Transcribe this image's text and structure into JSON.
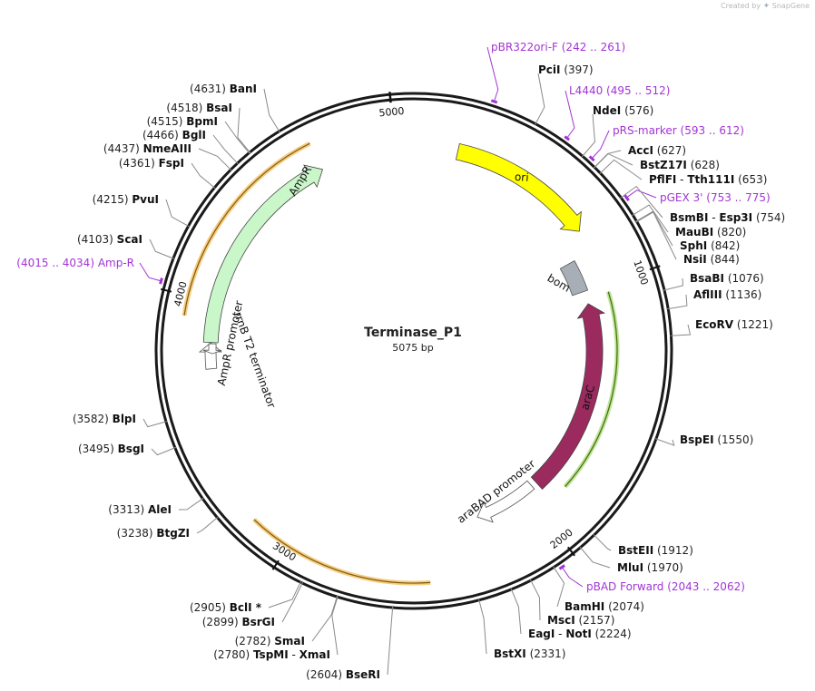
{
  "header": {
    "created_by": "Created by",
    "brand": "SnapGene"
  },
  "plasmid": {
    "name": "Terminase_P1",
    "size_label": "5075 bp",
    "length": 5075
  },
  "colors": {
    "primer": "#a334d6",
    "ori": "#ffff00",
    "araC": "#9b2a5e",
    "ampR": "#c9f7c9",
    "ampR_shadow": "#f4c368",
    "arac_shadow": "#b8e08a",
    "bom": "#a7aeb6"
  },
  "ticks": [
    {
      "label": "1000",
      "pos": 1000
    },
    {
      "label": "2000",
      "pos": 2000
    },
    {
      "label": "3000",
      "pos": 3000
    },
    {
      "label": "4000",
      "pos": 4000
    },
    {
      "label": "5000",
      "pos": 5000
    }
  ],
  "sites": [
    {
      "name": "PciI",
      "pos_text": "(397)",
      "pos": 397
    },
    {
      "name": "NdeI",
      "pos_text": "(576)",
      "pos": 576
    },
    {
      "name": "AccI",
      "pos_text": "(627)",
      "pos": 627
    },
    {
      "name": "BstZ17I",
      "pos_text": "(628)",
      "pos": 628
    },
    {
      "name": "PflFI - Tth111I",
      "pos_text": "(653)",
      "pos": 653
    },
    {
      "name": "BsmBI - Esp3I",
      "pos_text": "(754)",
      "pos": 754
    },
    {
      "name": "MauBI",
      "pos_text": "(820)",
      "pos": 820
    },
    {
      "name": "SphI",
      "pos_text": "(842)",
      "pos": 842
    },
    {
      "name": "NsiI",
      "pos_text": "(844)",
      "pos": 844
    },
    {
      "name": "BsaBI",
      "pos_text": "(1076)",
      "pos": 1076
    },
    {
      "name": "AflIII",
      "pos_text": "(1136)",
      "pos": 1136
    },
    {
      "name": "EcoRV",
      "pos_text": "(1221)",
      "pos": 1221
    },
    {
      "name": "BspEI",
      "pos_text": "(1550)",
      "pos": 1550
    },
    {
      "name": "BstEII",
      "pos_text": "(1912)",
      "pos": 1912
    },
    {
      "name": "MluI",
      "pos_text": "(1970)",
      "pos": 1970
    },
    {
      "name": "BamHI",
      "pos_text": "(2074)",
      "pos": 2074
    },
    {
      "name": "MscI",
      "pos_text": "(2157)",
      "pos": 2157
    },
    {
      "name": "EagI - NotI",
      "pos_text": "(2224)",
      "pos": 2224
    },
    {
      "name": "BstXI",
      "pos_text": "(2331)",
      "pos": 2331
    },
    {
      "name": "BseRI",
      "pos_text": "(2604)",
      "pos": 2604
    },
    {
      "name": "TspMI - XmaI",
      "pos_text": "(2780)",
      "pos": 2780
    },
    {
      "name": "SmaI",
      "pos_text": "(2782)",
      "pos": 2782
    },
    {
      "name": "BsrGI",
      "pos_text": "(2899)",
      "pos": 2899
    },
    {
      "name": "BclI *",
      "pos_text": "(2905)",
      "pos": 2905
    },
    {
      "name": "BtgZI",
      "pos_text": "(3238)",
      "pos": 3238
    },
    {
      "name": "AleI",
      "pos_text": "(3313)",
      "pos": 3313
    },
    {
      "name": "BsgI",
      "pos_text": "(3495)",
      "pos": 3495
    },
    {
      "name": "BlpI",
      "pos_text": "(3582)",
      "pos": 3582
    },
    {
      "name": "ScaI",
      "pos_text": "(4103)",
      "pos": 4103
    },
    {
      "name": "PvuI",
      "pos_text": "(4215)",
      "pos": 4215
    },
    {
      "name": "FspI",
      "pos_text": "(4361)",
      "pos": 4361
    },
    {
      "name": "NmeAIII",
      "pos_text": "(4437)",
      "pos": 4437
    },
    {
      "name": "BglI",
      "pos_text": "(4466)",
      "pos": 4466
    },
    {
      "name": "BpmI",
      "pos_text": "(4515)",
      "pos": 4515
    },
    {
      "name": "BsaI",
      "pos_text": "(4518)",
      "pos": 4518
    },
    {
      "name": "BanI",
      "pos_text": "(4631)",
      "pos": 4631
    }
  ],
  "primers": [
    {
      "name": "pBR322ori-F",
      "range_text": "(242 .. 261)",
      "start": 242,
      "end": 261
    },
    {
      "name": "L4440",
      "range_text": "(495 .. 512)",
      "start": 495,
      "end": 512
    },
    {
      "name": "pRS-marker",
      "range_text": "(593 .. 612)",
      "start": 593,
      "end": 612
    },
    {
      "name": "pGEX 3'",
      "range_text": "(753 .. 775)",
      "start": 753,
      "end": 775
    },
    {
      "name": "pBAD Forward",
      "range_text": "(2043 .. 2062)",
      "start": 2043,
      "end": 2062
    },
    {
      "name": "Amp-R",
      "range_text": "(4015 .. 4034)",
      "start": 4015,
      "end": 4034
    }
  ],
  "features": [
    {
      "name": "ori",
      "start": 175,
      "end": 763,
      "strand": 1
    },
    {
      "name": "bom",
      "start": 855,
      "end": 997,
      "strand": 0
    },
    {
      "name": "araC",
      "start": 1055,
      "end": 1933,
      "strand": -1
    },
    {
      "name": "araBAD promoter",
      "start": 1958,
      "end": 2243,
      "strand": 1
    },
    {
      "name": "rrnB T2 terminator",
      "start": 3855,
      "end": 3883,
      "strand": -1
    },
    {
      "name": "AmpR promoter",
      "start": 3735,
      "end": 3839,
      "strand": 1
    },
    {
      "name": "AmpR",
      "start": 3840,
      "end": 4699,
      "strand": 1
    }
  ]
}
